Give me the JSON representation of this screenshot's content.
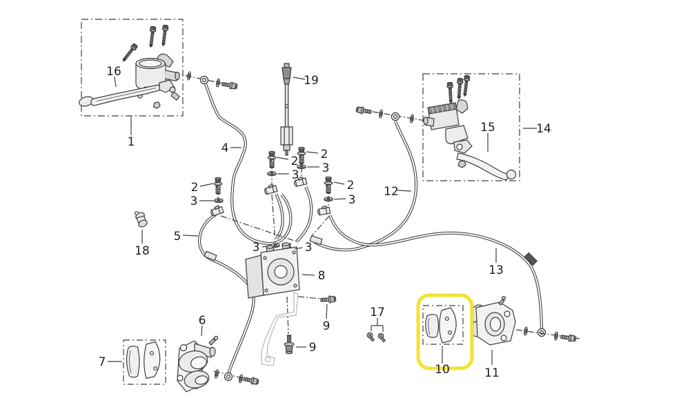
{
  "diagram": {
    "labels": {
      "part1": "1",
      "part2": "2",
      "part3": "3",
      "part4": "4",
      "part5": "5",
      "part6": "6",
      "part7": "7",
      "part8": "8",
      "part9": "9",
      "part10": "10",
      "part11": "11",
      "part12": "12",
      "part13": "13",
      "part14": "14",
      "part15": "15",
      "part16": "16",
      "part17": "17",
      "part18": "18",
      "part19": "19"
    },
    "colors": {
      "highlight": "#f2e333",
      "line": "#3c3c3c",
      "background": "#ffffff"
    }
  }
}
